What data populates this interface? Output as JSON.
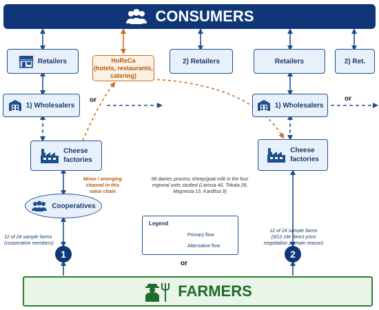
{
  "consumers": "CONSUMERS",
  "farmers": "FARMERS",
  "retailers_left": "Retailers",
  "retailers2_mid": "2) Retailers",
  "retailers_right": "Retailers",
  "retailers2_right": "2) Ret.",
  "horeca": {
    "title": "HoReCa",
    "line1": "(hotels, restaurants,",
    "line2": "catering)"
  },
  "wholesalers_left": "1) Wholesalers",
  "wholesalers_right": "1) Wholesalers",
  "cheese_left": {
    "line1": "Cheese",
    "line2": "factories"
  },
  "cheese_right": {
    "line1": "Cheese",
    "line2": "factories"
  },
  "cooperatives": "Cooperatives",
  "or_left": "or",
  "or_right": "or",
  "or_bottom": "or",
  "minor_note": {
    "line1": "Minor / emerging",
    "line2": "channel in this",
    "line3": "value chain"
  },
  "dairies_note": {
    "line1": "98 dairies process sheep/goat milk in the four",
    "line2": "regional units studied (Larissa 46, Trikala 28,",
    "line3": "Magnesia 15, Karditsa 9)"
  },
  "sample_left": {
    "line1": "12 of 24 sample farms",
    "line2": "(cooperative members)"
  },
  "sample_right": {
    "line1": "12 of 24 sample farms",
    "line2": "(9/12 cite direct price",
    "line3": "negotiation as main reason)"
  },
  "num_left": "1",
  "num_right": "2",
  "legend": {
    "title": "Legend",
    "primary": "Primary flow",
    "alternative": "Alternative flow"
  },
  "colors": {
    "navy": "#0f3677",
    "blue": "#1f4e8c",
    "orange": "#c9701c",
    "green": "#2e7d32"
  }
}
